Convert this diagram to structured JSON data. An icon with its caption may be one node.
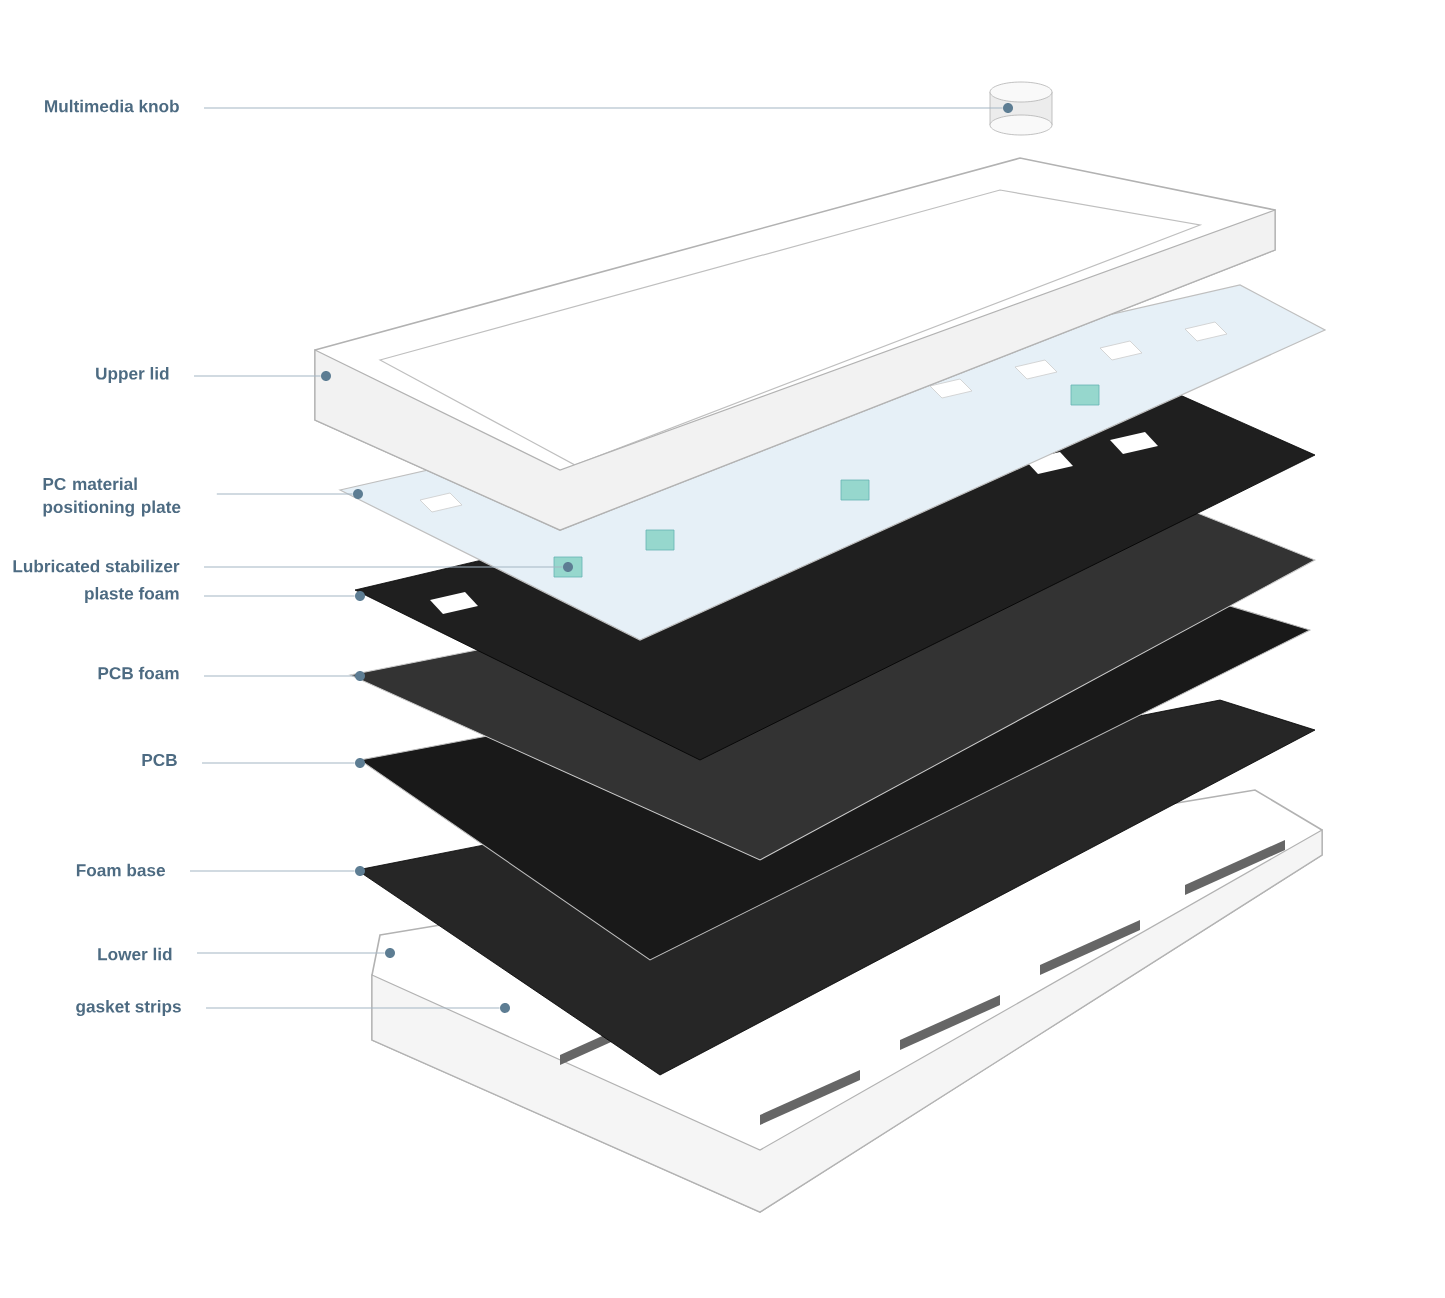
{
  "diagram": {
    "nodes": [
      {
        "text": [
          "Multimedia knob"
        ]
      },
      {
        "text": [
          "Upper lid"
        ]
      },
      {
        "text": [
          "PC material positioning plate"
        ]
      },
      {
        "text": [
          "Lubricated stabilizer"
        ]
      },
      {
        "text": [
          "plaste foam"
        ]
      },
      {
        "text": [
          "PCB foam"
        ]
      },
      {
        "text": [
          "PCB"
        ]
      },
      {
        "text": [
          "Foam base"
        ]
      },
      {
        "text": [
          "Lower lid"
        ]
      },
      {
        "text": [
          "gasket strips"
        ]
      },
      {
        "text": [],
        "shape": "circle"
      },
      {
        "text": [],
        "shape": "circle"
      },
      {
        "text": [],
        "shape": "circle"
      },
      {
        "text": [],
        "shape": "circle"
      },
      {
        "text": [],
        "shape": "circle"
      },
      {
        "text": [],
        "shape": "circle"
      },
      {
        "text": [],
        "shape": "circle"
      },
      {
        "text": [],
        "shape": "circle"
      },
      {
        "text": [],
        "shape": "circle"
      },
      {
        "text": [],
        "shape": "circle"
      }
    ],
    "edges": [
      {
        "from": 0,
        "to": 10,
        "arrow": "none"
      },
      {
        "from": 1,
        "to": 11,
        "arrow": "none"
      },
      {
        "from": 2,
        "to": 12,
        "arrow": "none"
      },
      {
        "from": 3,
        "to": 13,
        "arrow": "none"
      },
      {
        "from": 4,
        "to": 14,
        "arrow": "none"
      },
      {
        "from": 5,
        "to": 15,
        "arrow": "none"
      },
      {
        "from": 6,
        "to": 16,
        "arrow": "none"
      },
      {
        "from": 7,
        "to": 17,
        "arrow": "none"
      },
      {
        "from": 8,
        "to": 18,
        "arrow": "none"
      },
      {
        "from": 9,
        "to": 19,
        "arrow": "none"
      }
    ]
  }
}
